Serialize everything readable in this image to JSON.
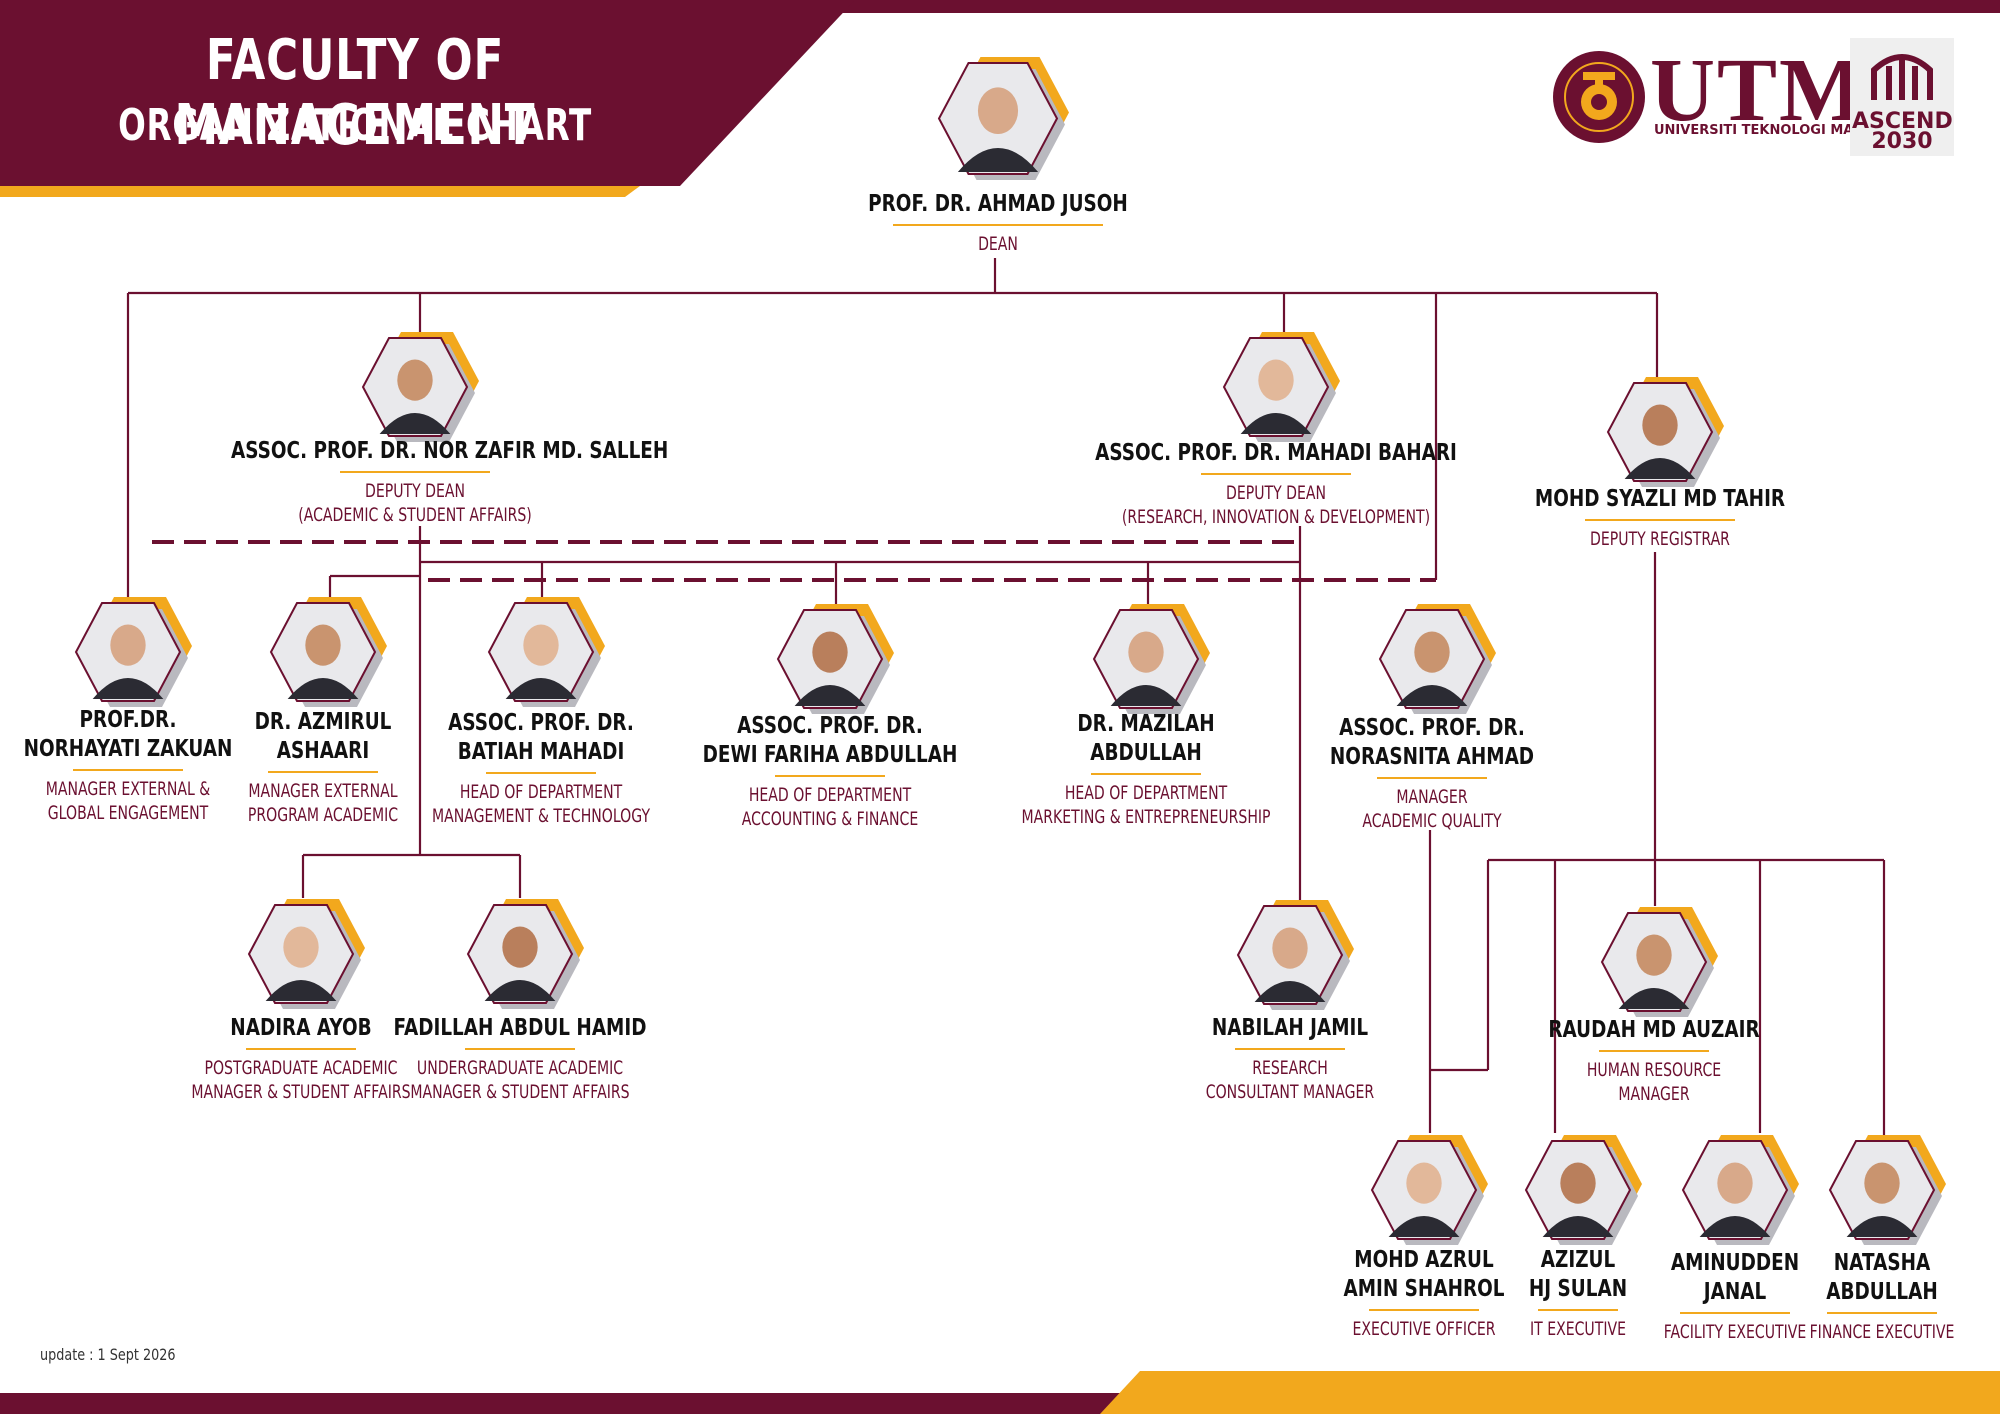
{
  "header": {
    "title": "FACULTY OF MANAGEMENT",
    "subtitle": "ORGANIZATIONAL CHART"
  },
  "logos": {
    "utm_text": "UTM",
    "utm_subtitle": "UNIVERSITI TEKNOLOGI MALAYSIA",
    "ascend_text": "ASCEND\n2030"
  },
  "footer": {
    "update": "update : 1 Sept 2026"
  },
  "colors": {
    "maroon": "#6b1030",
    "gold": "#f2a81d",
    "photo_shadow": "#b9b9bf"
  },
  "people": [
    {
      "key": "dean",
      "name": "PROF. DR. AHMAD JUSOH",
      "role": "DEAN"
    },
    {
      "key": "dd-academic",
      "name": "ASSOC. PROF. DR. NOR ZAFIR MD. SALLEH",
      "role": "DEPUTY DEAN\n(ACADEMIC & STUDENT AFFAIRS)"
    },
    {
      "key": "dd-research",
      "name": "ASSOC. PROF. DR. MAHADI BAHARI",
      "role": "DEPUTY DEAN\n(RESEARCH, INNOVATION & DEVELOPMENT)"
    },
    {
      "key": "deputy-registrar",
      "name": "MOHD SYAZLI MD TAHIR",
      "role": "DEPUTY REGISTRAR"
    },
    {
      "key": "norhayati",
      "name": "PROF.DR.\nNORHAYATI ZAKUAN",
      "role": "MANAGER EXTERNAL &\nGLOBAL ENGAGEMENT"
    },
    {
      "key": "azmirul",
      "name": "DR. AZMIRUL\nASHAARI",
      "role": "MANAGER EXTERNAL\nPROGRAM ACADEMIC"
    },
    {
      "key": "batiah",
      "name": "ASSOC. PROF. DR.\nBATIAH MAHADI",
      "role": "HEAD OF DEPARTMENT\nMANAGEMENT & TECHNOLOGY"
    },
    {
      "key": "dewi",
      "name": "ASSOC. PROF. DR.\nDEWI FARIHA ABDULLAH",
      "role": "HEAD OF DEPARTMENT\nACCOUNTING & FINANCE"
    },
    {
      "key": "mazilah",
      "name": "DR. MAZILAH\nABDULLAH",
      "role": "HEAD OF DEPARTMENT\nMARKETING & ENTREPRENEURSHIP"
    },
    {
      "key": "norasnita",
      "name": "ASSOC. PROF. DR.\nNORASNITA AHMAD",
      "role": "MANAGER\nACADEMIC QUALITY"
    },
    {
      "key": "nadira",
      "name": "NADIRA AYOB",
      "role": "POSTGRADUATE ACADEMIC\nMANAGER & STUDENT AFFAIRS"
    },
    {
      "key": "fadillah",
      "name": "FADILLAH ABDUL HAMID",
      "role": "UNDERGRADUATE ACADEMIC\nMANAGER & STUDENT AFFAIRS"
    },
    {
      "key": "nabilah",
      "name": "NABILAH JAMIL",
      "role": "RESEARCH\nCONSULTANT MANAGER"
    },
    {
      "key": "raudah",
      "name": "RAUDAH MD AUZAIR",
      "role": "HUMAN RESOURCE\nMANAGER"
    },
    {
      "key": "azrul",
      "name": "MOHD AZRUL\nAMIN SHAHROL",
      "role": "EXECUTIVE OFFICER"
    },
    {
      "key": "azizul",
      "name": "AZIZUL\nHJ SULAN",
      "role": "IT EXECUTIVE"
    },
    {
      "key": "aminudden",
      "name": "AMINUDDEN\nJANAL",
      "role": "FACILITY EXECUTIVE"
    },
    {
      "key": "natasha",
      "name": "NATASHA\nABDULLAH",
      "role": "FINANCE EXECUTIVE"
    }
  ]
}
